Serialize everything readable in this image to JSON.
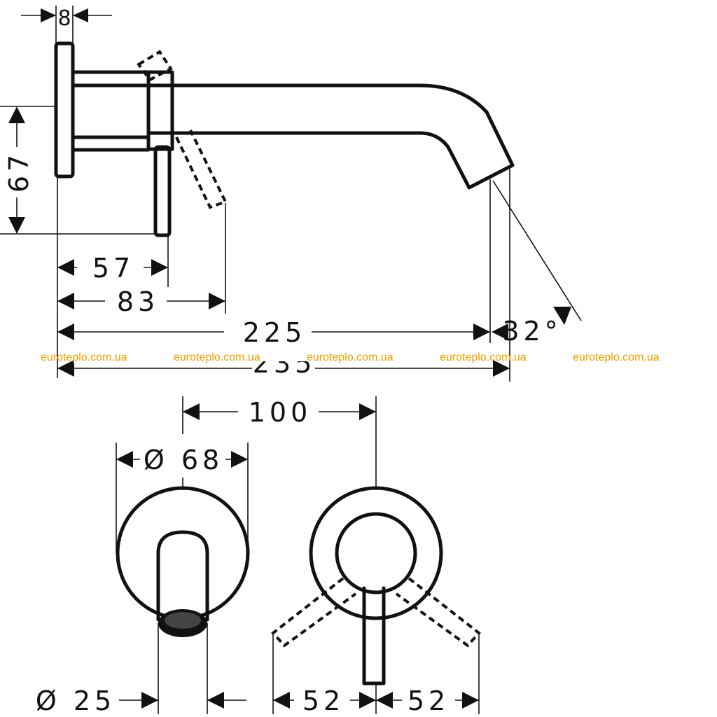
{
  "dimensions": {
    "d_8": "8",
    "d_67": "67",
    "d_57": "57",
    "d_83": "83",
    "d_225": "225",
    "d_235": "235",
    "d_32deg": "32°",
    "d_100": "100",
    "d_dia68": "Ø 68",
    "d_dia25": "Ø 25",
    "d_52_left": "52",
    "d_52_right": "52"
  },
  "watermark": {
    "text": "euroteplo.com.ua",
    "color": "#f0a000"
  },
  "colors": {
    "line": "#111111",
    "background": "#ffffff"
  }
}
